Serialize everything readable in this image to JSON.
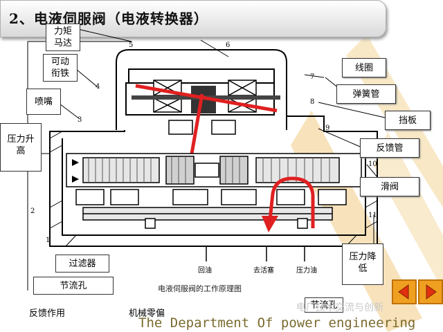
{
  "title": "2、电液伺服阀（电液转换器）",
  "labels": {
    "torque_motor": "力矩\n马达",
    "armature": "可动\n衔铁",
    "nozzle": "喷嘴",
    "pressure_rise": "压力升\n高",
    "coil": "线圈",
    "spring_tube": "弹簧管",
    "baffle": "挡板",
    "feedback_tube": "反馈管",
    "spool": "滑阀",
    "pressure_drop": "压力降\n低",
    "filter": "过滤器",
    "orifice_left": "节流孔",
    "orifice_right": "节流孔"
  },
  "part_numbers": [
    "5",
    "6",
    "4",
    "7",
    "3",
    "8",
    "9",
    "10",
    "2",
    "11",
    "1"
  ],
  "port_labels": [
    "回油",
    "去活塞",
    "压力油"
  ],
  "caption": "电液伺服阀的工作原理图",
  "bottom": {
    "feedback_action": "反馈作用",
    "mechanical_zero": "机械零偏"
  },
  "watermark": "电厂技术交流与创新",
  "footer": "The Department Of power engineering",
  "colors": {
    "accent_red": "#e02020",
    "nav_orange": "#f0a020",
    "footer_text": "#7a6a2e"
  }
}
